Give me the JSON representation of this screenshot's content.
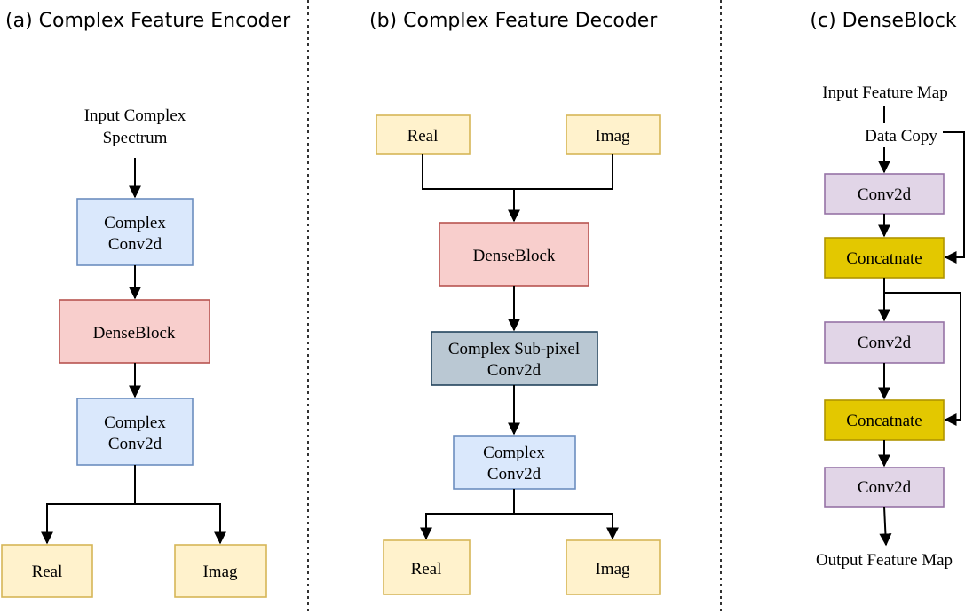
{
  "panels": {
    "encoder": {
      "title": "(a) Complex Feature Encoder",
      "input_label_1": "Input Complex",
      "input_label_2": "Spectrum",
      "conv1_l1": "Complex",
      "conv1_l2": "Conv2d",
      "dense": "DenseBlock",
      "conv2_l1": "Complex",
      "conv2_l2": "Conv2d",
      "real": "Real",
      "imag": "Imag"
    },
    "decoder": {
      "title": "(b) Complex Feature  Decoder",
      "real_in": "Real",
      "imag_in": "Imag",
      "dense": "DenseBlock",
      "subpixel_l1": "Complex Sub-pixel",
      "subpixel_l2": "Conv2d",
      "conv_l1": "Complex",
      "conv_l2": "Conv2d",
      "real_out": "Real",
      "imag_out": "Imag"
    },
    "denseblock": {
      "title": "(c) DenseBlock",
      "input_label": "Input Feature Map",
      "data_copy": "Data Copy",
      "conv1": "Conv2d",
      "concat1": "Concatnate",
      "conv2": "Conv2d",
      "concat2": "Concatnate",
      "conv3": "Conv2d",
      "output_label": "Output Feature Map"
    }
  },
  "colors": {
    "complex_fill": "#dae8fc",
    "complex_stroke": "#6c8ebf",
    "dense_fill": "#f8cecc",
    "dense_stroke": "#b85450",
    "io_fill": "#fff2cc",
    "io_stroke": "#d6b656",
    "subpixel_fill": "#bac8d3",
    "subpixel_stroke": "#23445d",
    "conv_fill": "#e1d5e7",
    "conv_stroke": "#9673a6",
    "concat_fill": "#e3c800",
    "concat_stroke": "#b09500"
  }
}
